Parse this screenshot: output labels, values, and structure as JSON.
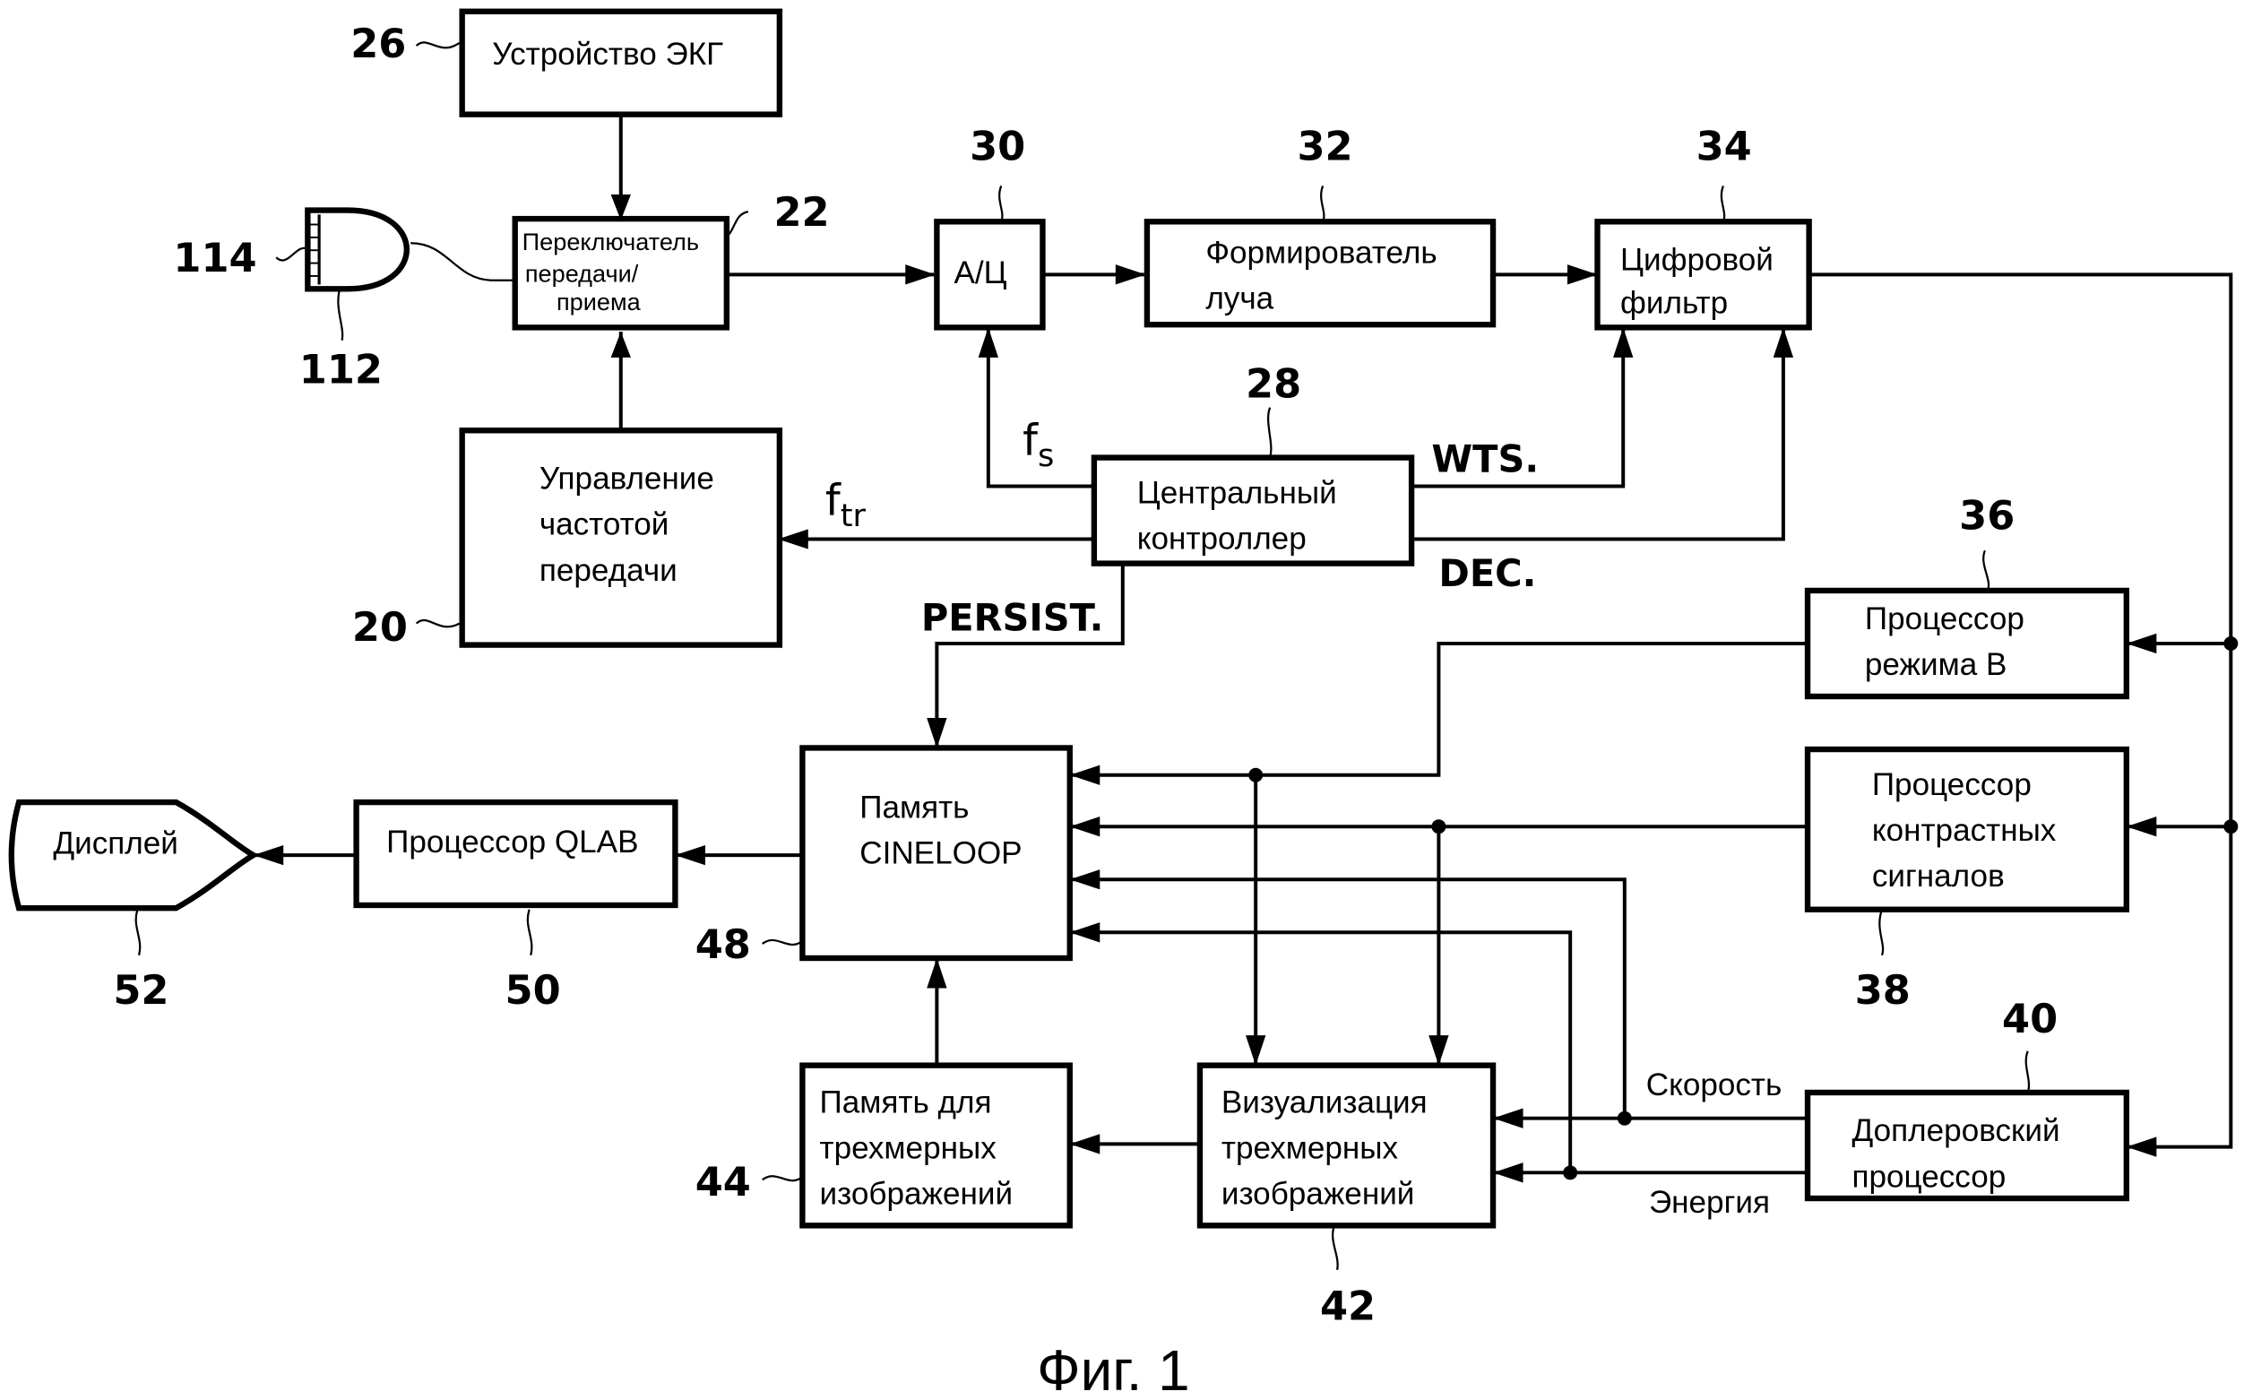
{
  "figure_caption": "Фиг. 1",
  "blocks": {
    "ecg": {
      "ref": "26",
      "lines": [
        "Устройство ЭКГ"
      ]
    },
    "switch": {
      "ref": "22",
      "lines": [
        "Переключатель",
        "передачи/",
        "приема"
      ]
    },
    "probe": {
      "ref_array": "114",
      "ref_probe": "112"
    },
    "adc": {
      "ref": "30",
      "lines": [
        "А/Ц"
      ]
    },
    "beamformer": {
      "ref": "32",
      "lines": [
        "Формирователь",
        "луча"
      ]
    },
    "digital_filter": {
      "ref": "34",
      "lines": [
        "Цифровой",
        "фильтр"
      ]
    },
    "tx_freq_control": {
      "ref": "20",
      "lines": [
        "Управление",
        "частотой",
        "передачи"
      ]
    },
    "central_controller": {
      "ref": "28",
      "lines": [
        "Центральный",
        "контроллер"
      ]
    },
    "bmode_processor": {
      "ref": "36",
      "lines": [
        "Процессор",
        "режима В"
      ]
    },
    "contrast_processor": {
      "ref": "38",
      "lines": [
        "Процессор",
        "контрастных",
        "сигналов"
      ]
    },
    "doppler_processor": {
      "ref": "40",
      "lines": [
        "Доплеровский",
        "процессор"
      ]
    },
    "cineloop_memory": {
      "ref": "48",
      "lines": [
        "Память",
        "CINELOOP"
      ]
    },
    "qlab_processor": {
      "ref": "50",
      "lines": [
        "Процессор QLAB"
      ]
    },
    "display": {
      "ref": "52",
      "lines": [
        "Дисплей"
      ]
    },
    "volume_memory": {
      "ref": "44",
      "lines": [
        "Память для",
        "трехмерных",
        "изображений"
      ]
    },
    "volume_renderer": {
      "ref": "42",
      "lines": [
        "Визуализация",
        "трехмерных",
        "изображений"
      ]
    }
  },
  "signals": {
    "fs": {
      "main": "f",
      "sub": "s"
    },
    "ftr": {
      "main": "f",
      "sub": "tr"
    },
    "wts": "WTS.",
    "dec": "DEC.",
    "persist": "PERSIST.",
    "velocity": "Скорость",
    "energy": "Энергия"
  }
}
